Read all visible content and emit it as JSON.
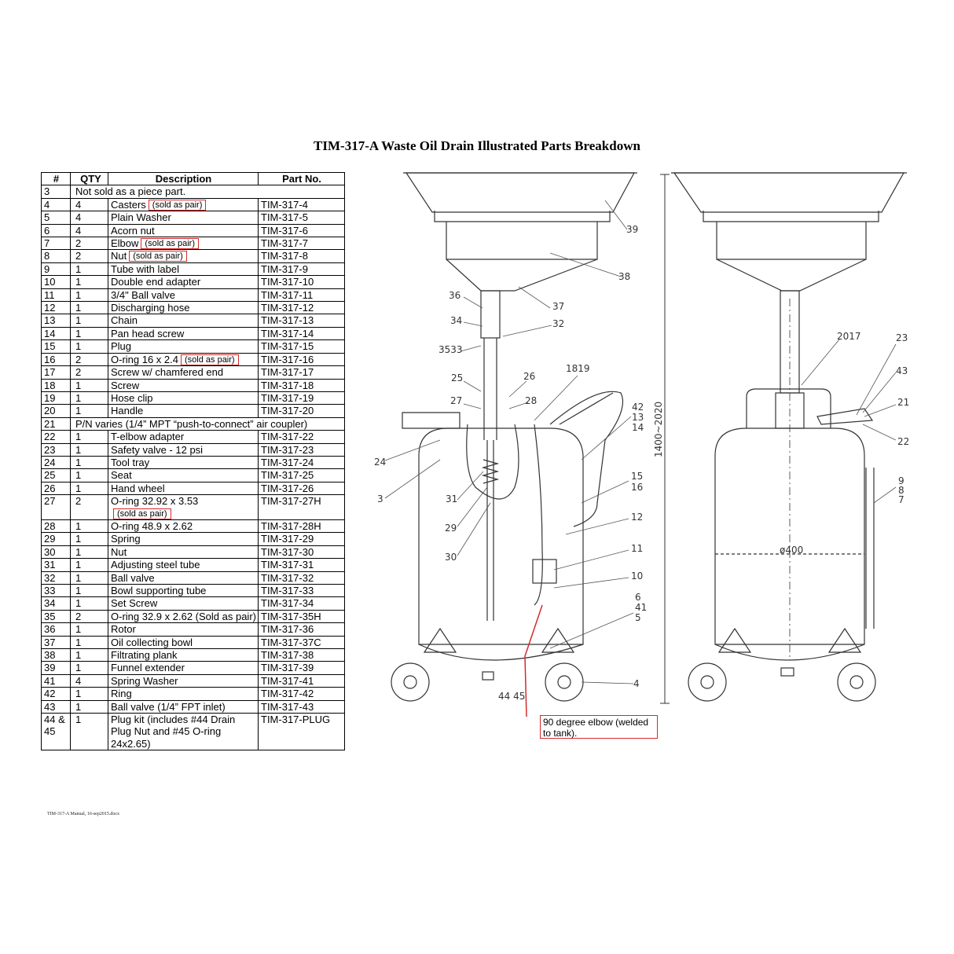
{
  "title": "TIM-317-A Waste Oil Drain Illustrated Parts Breakdown",
  "table": {
    "headers": [
      "#",
      "QTY",
      "Description",
      "Part No."
    ],
    "rows": [
      {
        "num": "3",
        "text": "Not sold as a piece part.",
        "span": true
      },
      {
        "num": "4",
        "qty": "4",
        "desc": "Casters",
        "note": "(sold as pair)",
        "part": "TIM-317-4"
      },
      {
        "num": "5",
        "qty": "4",
        "desc": "Plain Washer",
        "part": "TIM-317-5"
      },
      {
        "num": "6",
        "qty": "4",
        "desc": "Acorn nut",
        "part": "TIM-317-6"
      },
      {
        "num": "7",
        "qty": "2",
        "desc": "Elbow",
        "note": "(sold as pair)",
        "part": "TIM-317-7"
      },
      {
        "num": "8",
        "qty": "2",
        "desc": "Nut",
        "note": "(sold as pair)",
        "part": "TIM-317-8"
      },
      {
        "num": "9",
        "qty": "1",
        "desc": "Tube with label",
        "part": "TIM-317-9"
      },
      {
        "num": "10",
        "qty": "1",
        "desc": "Double end adapter",
        "part": "TIM-317-10"
      },
      {
        "num": "11",
        "qty": "1",
        "desc": "3/4\" Ball valve",
        "part": "TIM-317-11"
      },
      {
        "num": "12",
        "qty": "1",
        "desc": "Discharging hose",
        "part": "TIM-317-12"
      },
      {
        "num": "13",
        "qty": "1",
        "desc": "Chain",
        "part": "TIM-317-13"
      },
      {
        "num": "14",
        "qty": "1",
        "desc": "Pan head screw",
        "part": "TIM-317-14"
      },
      {
        "num": "15",
        "qty": "1",
        "desc": "Plug",
        "part": "TIM-317-15"
      },
      {
        "num": "16",
        "qty": "2",
        "desc": "O-ring 16 x 2.4",
        "note": "(sold as pair)",
        "part": "TIM-317-16"
      },
      {
        "num": "17",
        "qty": "2",
        "desc": "Screw w/ chamfered end",
        "part": "TIM-317-17"
      },
      {
        "num": "18",
        "qty": "1",
        "desc": "Screw",
        "part": "TIM-317-18"
      },
      {
        "num": "19",
        "qty": "1",
        "desc": "Hose clip",
        "part": "TIM-317-19"
      },
      {
        "num": "20",
        "qty": "1",
        "desc": "Handle",
        "part": "TIM-317-20"
      },
      {
        "num": "21",
        "text": "P/N varies (1/4” MPT “push-to-connect” air coupler)",
        "span": true
      },
      {
        "num": "22",
        "qty": "1",
        "desc": "T-elbow adapter",
        "part": "TIM-317-22"
      },
      {
        "num": "23",
        "qty": "1",
        "desc": "Safety valve - 12 psi",
        "part": "TIM-317-23"
      },
      {
        "num": "24",
        "qty": "1",
        "desc": "Tool tray",
        "part": "TIM-317-24"
      },
      {
        "num": "25",
        "qty": "1",
        "desc": "Seat",
        "part": "TIM-317-25"
      },
      {
        "num": "26",
        "qty": "1",
        "desc": "Hand wheel",
        "part": "TIM-317-26"
      },
      {
        "num": "27",
        "qty": "2",
        "desc": "O-ring 32.92 x 3.53",
        "note": "(sold as pair)",
        "part": "TIM-317-27H"
      },
      {
        "num": "28",
        "qty": "1",
        "desc": "O-ring 48.9 x 2.62",
        "part": "TIM-317-28H"
      },
      {
        "num": "29",
        "qty": "1",
        "desc": "Spring",
        "part": "TIM-317-29"
      },
      {
        "num": "30",
        "qty": "1",
        "desc": "Nut",
        "part": "TIM-317-30"
      },
      {
        "num": "31",
        "qty": "1",
        "desc": "Adjusting steel tube",
        "part": "TIM-317-31"
      },
      {
        "num": "32",
        "qty": "1",
        "desc": "Ball valve",
        "part": "TIM-317-32"
      },
      {
        "num": "33",
        "qty": "1",
        "desc": "Bowl supporting tube",
        "part": "TIM-317-33"
      },
      {
        "num": "34",
        "qty": "1",
        "desc": "Set Screw",
        "part": "TIM-317-34"
      },
      {
        "num": "35",
        "qty": "2",
        "desc": "O-ring 32.9 x 2.62 (Sold as pair)",
        "part": "TIM-317-35H"
      },
      {
        "num": "36",
        "qty": "1",
        "desc": "Rotor",
        "part": "TIM-317-36"
      },
      {
        "num": "37",
        "qty": "1",
        "desc": "Oil collecting bowl",
        "part": "TIM-317-37C"
      },
      {
        "num": "38",
        "qty": "1",
        "desc": "Filtrating plank",
        "part": "TIM-317-38"
      },
      {
        "num": "39",
        "qty": "1",
        "desc": "Funnel extender",
        "part": "TIM-317-39"
      },
      {
        "num": "41",
        "qty": "4",
        "desc": "Spring Washer",
        "part": "TIM-317-41"
      },
      {
        "num": "42",
        "qty": "1",
        "desc": "Ring",
        "part": "TIM-317-42"
      },
      {
        "num": "43",
        "qty": "1",
        "desc": "Ball valve (1/4” FPT inlet)",
        "part": "TIM-317-43"
      },
      {
        "num": "44 & 45",
        "qty": "1",
        "desc": "Plug kit (includes #44 Drain Plug Nut and #45 O-ring 24x2.65)",
        "part": "TIM-317-PLUG"
      }
    ]
  },
  "drawing": {
    "callout": "90 degree elbow (welded to tank).",
    "dimension_height": "1400~2020",
    "dimension_diameter": "ø400",
    "dimension_wheels": "44 45",
    "labels": [
      "39",
      "38",
      "37",
      "36",
      "34",
      "32",
      "3533",
      "25",
      "26",
      "27",
      "28",
      "1819",
      "42",
      "13",
      "14",
      "24",
      "3",
      "31",
      "29",
      "30",
      "15",
      "16",
      "12",
      "11",
      "10",
      "6",
      "41",
      "5",
      "4",
      "2017",
      "23",
      "43",
      "21",
      "22",
      "9",
      "8",
      "7"
    ]
  },
  "footer": "TIM-317-A Manual, 16-sep2015.docx"
}
